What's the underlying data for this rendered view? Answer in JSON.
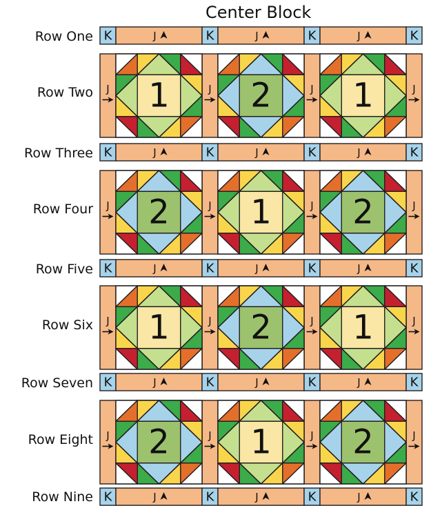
{
  "title": "Center Block",
  "row_labels": [
    "Row One",
    "Row Two",
    "Row Three",
    "Row Four",
    "Row Five",
    "Row Six",
    "Row Seven",
    "Row Eight",
    "Row Nine"
  ],
  "sashing_labels": {
    "cornerstone": "K",
    "strip": "J"
  },
  "block_rows": [
    {
      "row": "Row Two",
      "blocks": [
        "1",
        "2",
        "1"
      ]
    },
    {
      "row": "Row Four",
      "blocks": [
        "2",
        "1",
        "2"
      ]
    },
    {
      "row": "Row Six",
      "blocks": [
        "1",
        "2",
        "1"
      ]
    },
    {
      "row": "Row Eight",
      "blocks": [
        "2",
        "1",
        "2"
      ]
    }
  ],
  "colors": {
    "sashing": "#f5b887",
    "cornerstone": "#a6d3ea",
    "outline": "#231f20",
    "block1_diamond": "#c4e08e",
    "block1_center": "#fae6a5",
    "block2_diamond": "#a6d3ea",
    "block2_center": "#9dc26e",
    "green": "#3cab4a",
    "yellow": "#f9d54c",
    "orange": "#e46f2b",
    "red": "#c5202f",
    "white": "#ffffff"
  }
}
